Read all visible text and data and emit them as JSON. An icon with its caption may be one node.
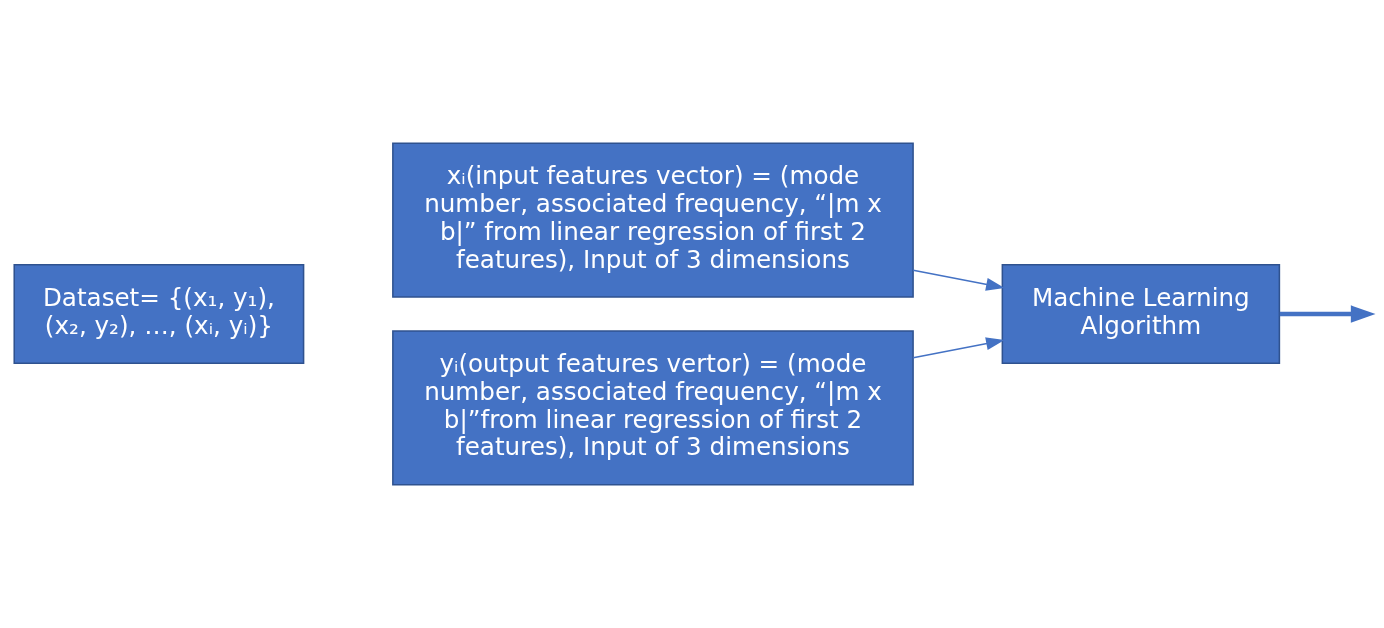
{
  "diagram": {
    "nodes": [
      {
        "text": [
          "Dataset= {(x₁, y₁), (x₂, y₂), …, (xᵢ, yᵢ)}"
        ]
      },
      {
        "text": [
          "xᵢ(input features vector) = (mode number, associated frequency, “|m x b|” from linear regression of first 2 features), Input of 3 dimensions"
        ]
      },
      {
        "text": [
          "yᵢ(output features vertor) = (mode number, associated frequency, “|m x b|”from linear regression of first 2 features), Input of 3 dimensions"
        ]
      },
      {
        "text": [
          "Machine Learning Algorithm"
        ]
      }
    ],
    "edges": [
      {
        "from": 1,
        "to": 3,
        "arrow": "to"
      },
      {
        "from": 2,
        "to": 3,
        "arrow": "to"
      },
      {
        "from": 3,
        "to": null,
        "arrow": "to",
        "style": "thick"
      }
    ]
  }
}
